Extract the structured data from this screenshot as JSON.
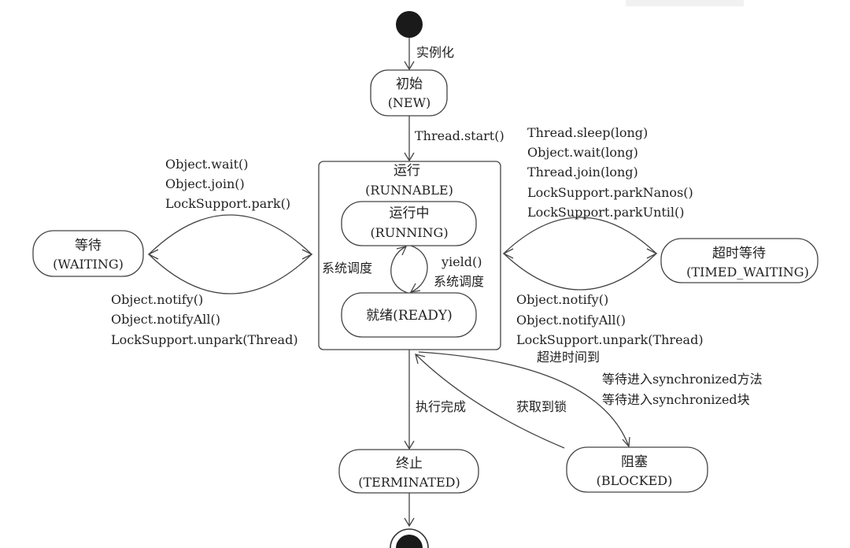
{
  "states": {
    "new": {
      "title": "初始",
      "subtitle": "(NEW)"
    },
    "runnable": {
      "title": "运行",
      "subtitle": "(RUNNABLE)"
    },
    "running": {
      "title": "运行中",
      "subtitle": "(RUNNING)"
    },
    "ready": {
      "title": "就绪(READY)"
    },
    "waiting": {
      "title": "等待",
      "subtitle": "(WAITING)"
    },
    "timed_waiting": {
      "title": "超时等待",
      "subtitle": "(TIMED_WAITING)"
    },
    "terminated": {
      "title": "终止",
      "subtitle": "(TERMINATED)"
    },
    "blocked": {
      "title": "阻塞",
      "subtitle": "(BLOCKED)"
    }
  },
  "transitions": {
    "instantiate": "实例化",
    "thread_start": "Thread.start()",
    "to_waiting": [
      "Object.wait()",
      "Object.join()",
      "LockSupport.park()"
    ],
    "from_waiting": [
      "Object.notify()",
      "Object.notifyAll()",
      "LockSupport.unpark(Thread)"
    ],
    "to_timed_waiting": [
      "Thread.sleep(long)",
      "Object.wait(long)",
      "Thread.join(long)",
      "LockSupport.parkNanos()",
      "LockSupport.parkUntil()"
    ],
    "from_timed_waiting": [
      "Object.notify()",
      "Object.notifyAll()",
      "LockSupport.unpark(Thread)"
    ],
    "timeout": "超进时间到",
    "system_schedule_left": "系统调度",
    "yield": "yield()",
    "system_schedule_right": "系统调度",
    "execution_complete": "执行完成",
    "acquire_lock": "获取到锁",
    "to_blocked": [
      "等待进入synchronized方法",
      "等待进入synchronized块"
    ]
  }
}
